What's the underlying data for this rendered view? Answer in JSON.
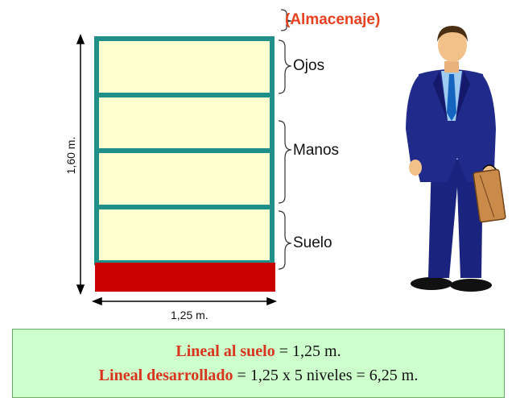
{
  "diagram": {
    "title": "(Almacenaje)",
    "zones": [
      {
        "label": "Ojos"
      },
      {
        "label": "Manos"
      },
      {
        "label": "Suelo"
      }
    ],
    "height_label": "1,60 m.",
    "width_label": "1,25 m.",
    "shelf_levels": 5,
    "colors": {
      "shelf_frame": "#1f8f8a",
      "shelf_fill": "#ffffd0",
      "base": "#c80000",
      "title": "#e8411f",
      "formula_term": "#d9341c",
      "box_bg": "#ccffcc",
      "suit": "#1a237e"
    },
    "icons": [
      "businessman-figure",
      "briefcase-icon"
    ]
  },
  "formula": {
    "line1": {
      "term": "Lineal al suelo",
      "rest": " = 1,25 m."
    },
    "line2": {
      "term": "Lineal desarrollado",
      "rest": " = 1,25 x 5 niveles = 6,25 m."
    }
  }
}
